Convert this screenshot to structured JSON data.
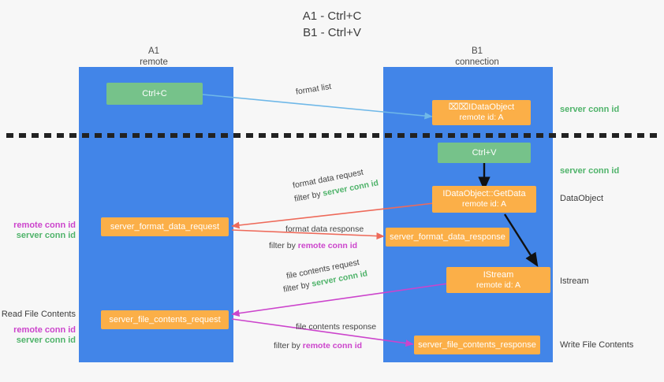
{
  "title": {
    "line1": "A1 - Ctrl+C",
    "line2": "B1 - Ctrl+V"
  },
  "lanes": [
    {
      "id": "a1",
      "title": "A1",
      "subtitle": "remote"
    },
    {
      "id": "b1",
      "title": "B1",
      "subtitle": "connection"
    }
  ],
  "nodes": {
    "ctrl_c": {
      "label": "Ctrl+C"
    },
    "ole_idataobject": {
      "line1": "⌧⌧IDataObject",
      "line2": "remote id: A"
    },
    "ctrl_v": {
      "label": "Ctrl+V"
    },
    "getdata": {
      "line1": "IDataObject::GetData",
      "line2": "remote id: A"
    },
    "istream": {
      "line1": "IStream",
      "line2": "remote id: A"
    },
    "server_format_data_request": {
      "label": "server_format_data_request"
    },
    "server_format_data_response": {
      "label": "server_format_data_response"
    },
    "server_file_contents_request": {
      "label": "server_file_contents_request"
    },
    "server_file_contents_response": {
      "label": "server_file_contents_response"
    }
  },
  "edge_labels": {
    "format_list": "format list",
    "format_data_request": "format data request",
    "format_data_request_filter_prefix": "filter by ",
    "format_data_request_filter_key": "server conn id",
    "format_data_response": "format data response",
    "format_data_response_filter_prefix": "filter by ",
    "format_data_response_filter_key": "remote conn id",
    "file_contents_request": "file contents request",
    "file_contents_request_filter_prefix": "filter by ",
    "file_contents_request_filter_key": "server conn id",
    "file_contents_response": "file contents response",
    "file_contents_response_filter_prefix": "filter by ",
    "file_contents_response_filter_key": "remote conn id"
  },
  "right_annotations": {
    "server_conn_id_top": "server conn id",
    "server_conn_id_second": "server conn id",
    "dataobject": "DataObject",
    "istream": "Istream",
    "write_file_contents": "Write File Contents"
  },
  "left_annotations": {
    "remote_conn_id_1": "remote conn id",
    "server_conn_id_1": "server conn id",
    "read_file_contents": "Read File Contents",
    "remote_conn_id_2": "remote conn id",
    "server_conn_id_2": "server conn id"
  },
  "colors": {
    "lane": "#4285e8",
    "green_box": "#76c28a",
    "orange_box": "#fbaf48",
    "green_text": "#4fb36a",
    "purple_text": "#cc44cc",
    "light_blue_arrow": "#6fb8e8",
    "red_arrow": "#ee6a5a",
    "magenta_arrow": "#cc44cc",
    "black_arrow": "#111111",
    "background": "#f7f7f7"
  }
}
